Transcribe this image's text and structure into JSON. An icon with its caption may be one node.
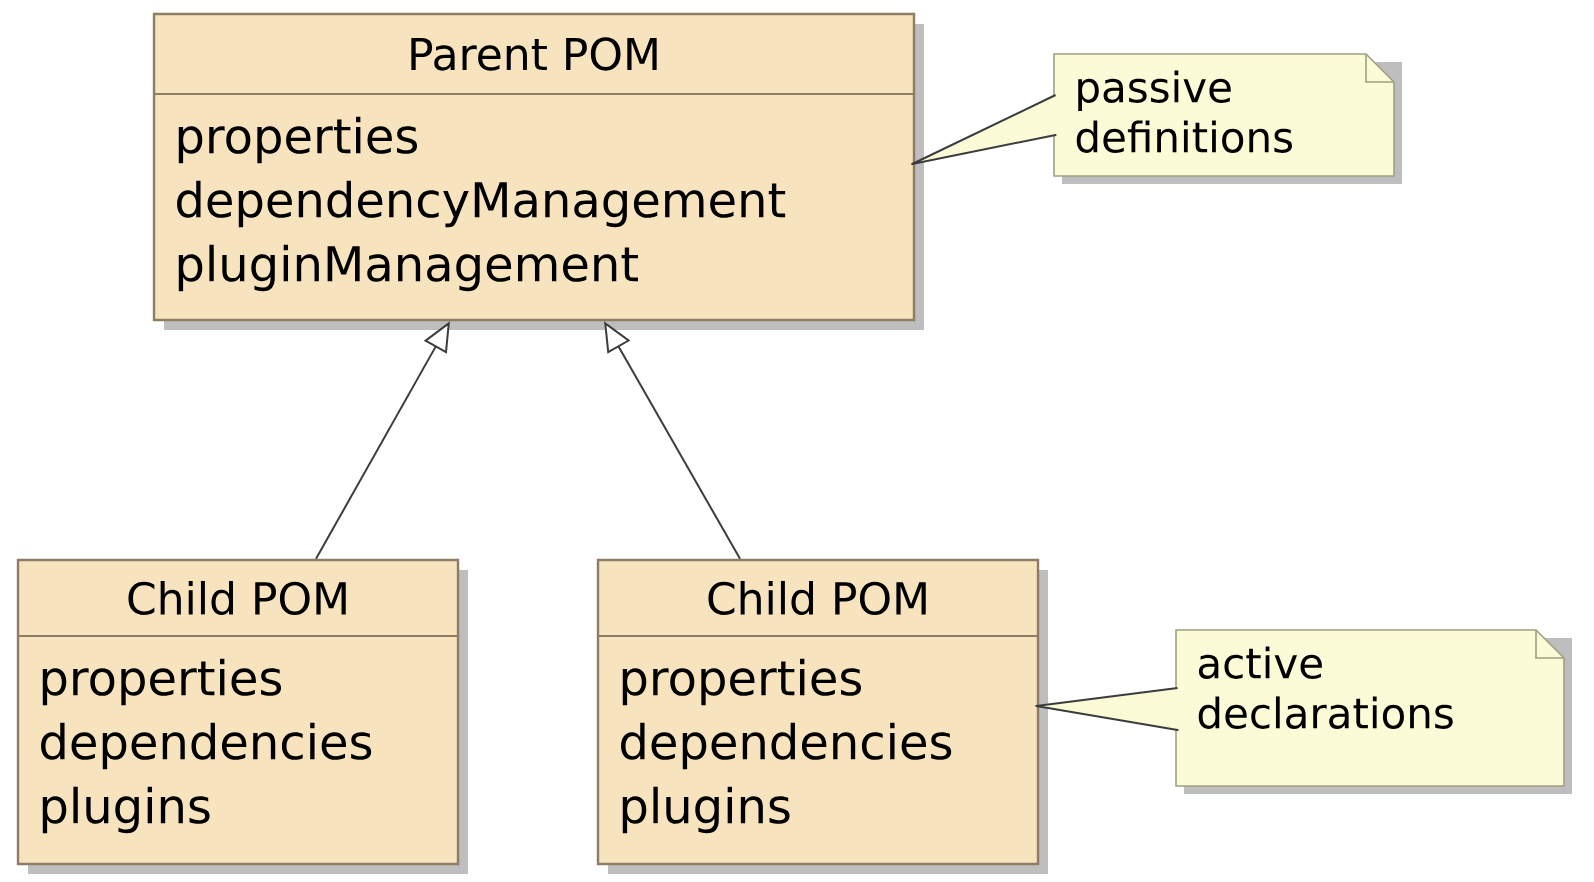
{
  "diagram": {
    "nodes": [
      {
        "text": [
          "Parent POM",
          "properties",
          "dependencyManagement",
          "pluginManagement"
        ]
      },
      {
        "text": [
          "passive definitions"
        ]
      },
      {
        "text": [
          "Child POM",
          "properties",
          "dependencies",
          "plugins"
        ]
      },
      {
        "text": [
          "Child POM",
          "properties",
          "dependencies",
          "plugins"
        ]
      },
      {
        "text": [
          "active declarations"
        ]
      }
    ],
    "edges": [
      {
        "from": 2,
        "to": 0,
        "arrow": "to"
      },
      {
        "from": 3,
        "to": 0,
        "arrow": "to"
      },
      {
        "from": 1,
        "to": 0,
        "arrow": "none"
      },
      {
        "from": 4,
        "to": 3,
        "arrow": "none"
      }
    ]
  }
}
